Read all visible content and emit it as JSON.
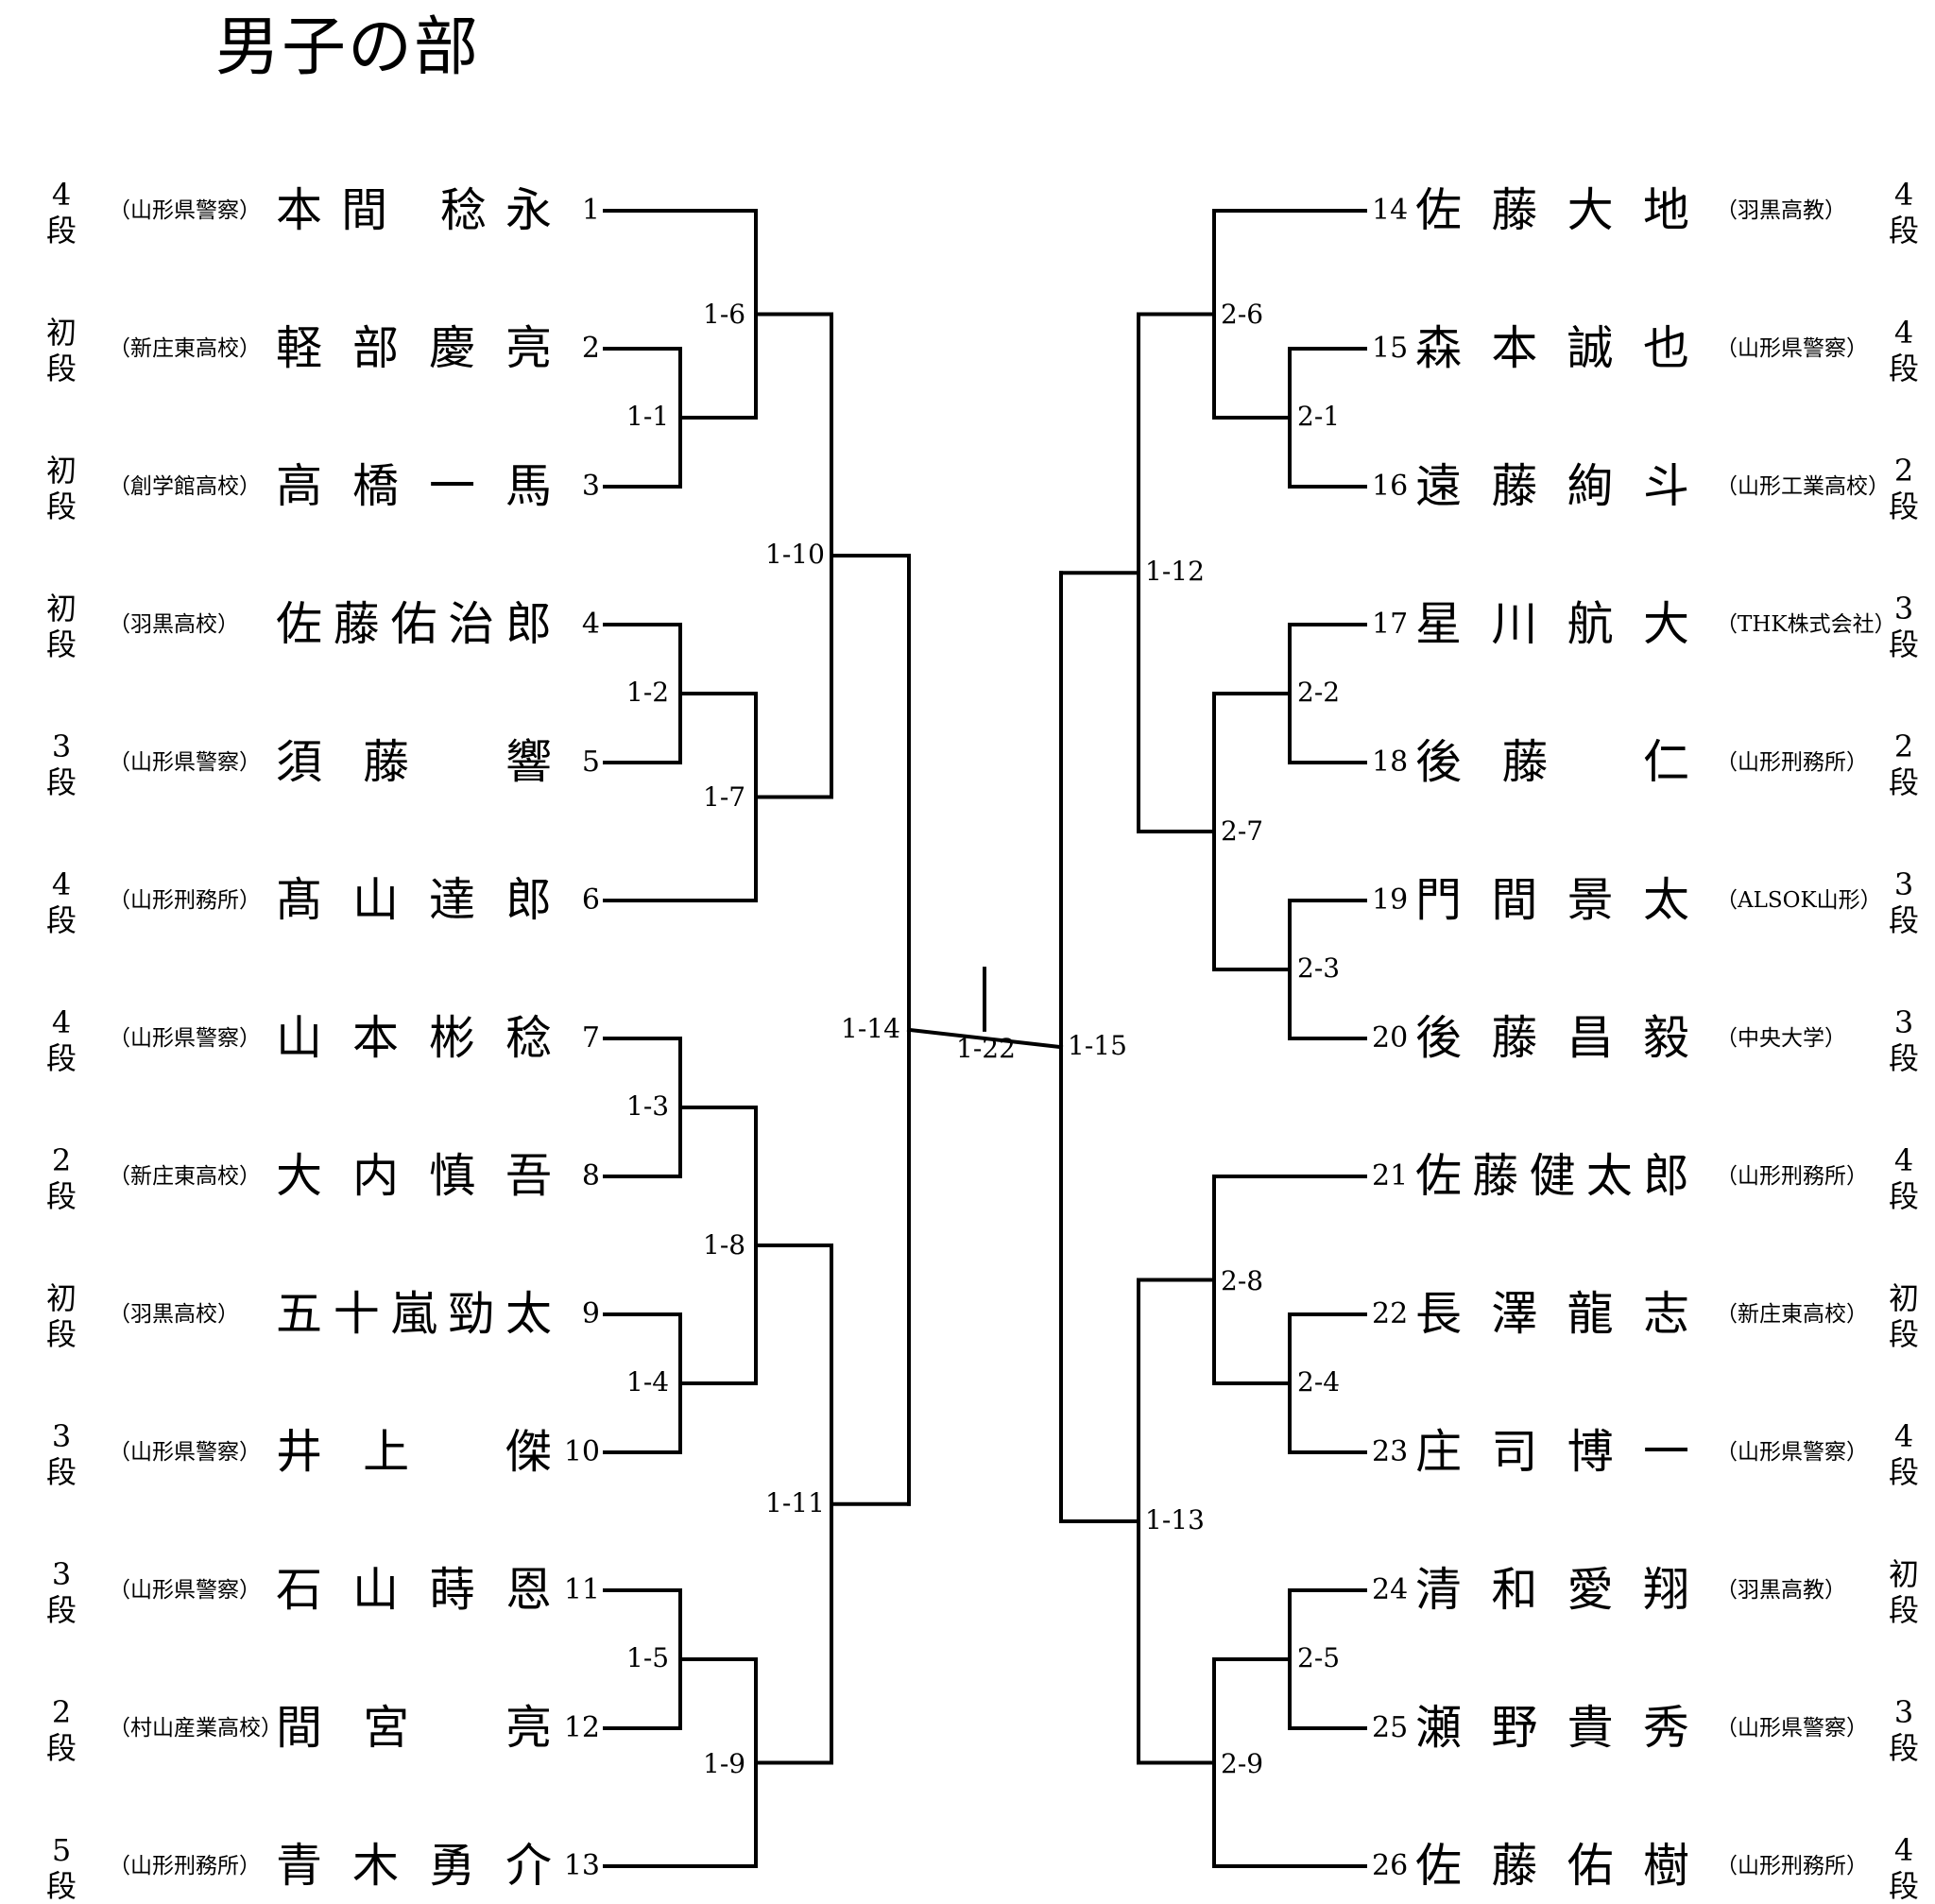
{
  "title": "男子の部",
  "left": [
    {
      "seed": "1",
      "rank": "4段",
      "name": "本間　稔永",
      "aff": "（山形県警察）"
    },
    {
      "seed": "2",
      "rank": "初段",
      "name": "軽部慶亮",
      "aff": "（新庄東高校）"
    },
    {
      "seed": "3",
      "rank": "初段",
      "name": "高橋一馬",
      "aff": "（創学館高校）"
    },
    {
      "seed": "4",
      "rank": "初段",
      "name": "佐藤佑治郎",
      "aff": "（羽黒高校）"
    },
    {
      "seed": "5",
      "rank": "3段",
      "name": "須藤　響",
      "aff": "（山形県警察）"
    },
    {
      "seed": "6",
      "rank": "4段",
      "name": "髙山達郎",
      "aff": "（山形刑務所）"
    },
    {
      "seed": "7",
      "rank": "4段",
      "name": "山本彬稔",
      "aff": "（山形県警察）"
    },
    {
      "seed": "8",
      "rank": "2段",
      "name": "大内慎吾",
      "aff": "（新庄東高校）"
    },
    {
      "seed": "9",
      "rank": "初段",
      "name": "五十嵐勁太",
      "aff": "（羽黒高校）"
    },
    {
      "seed": "10",
      "rank": "3段",
      "name": "井上　傑",
      "aff": "（山形県警察）"
    },
    {
      "seed": "11",
      "rank": "3段",
      "name": "石山蒔恩",
      "aff": "（山形県警察）"
    },
    {
      "seed": "12",
      "rank": "2段",
      "name": "間宮　亮",
      "aff": "（村山産業高校）"
    },
    {
      "seed": "13",
      "rank": "5段",
      "name": "青木勇介",
      "aff": "（山形刑務所）"
    }
  ],
  "right": [
    {
      "seed": "14",
      "rank": "4段",
      "name": "佐藤大地",
      "aff": "（羽黒高教）"
    },
    {
      "seed": "15",
      "rank": "4段",
      "name": "森本誠也",
      "aff": "（山形県警察）"
    },
    {
      "seed": "16",
      "rank": "2段",
      "name": "遠藤絢斗",
      "aff": "（山形工業高校）"
    },
    {
      "seed": "17",
      "rank": "3段",
      "name": "星川航大",
      "aff": "（THK株式会社）"
    },
    {
      "seed": "18",
      "rank": "2段",
      "name": "後藤　仁",
      "aff": "（山形刑務所）"
    },
    {
      "seed": "19",
      "rank": "3段",
      "name": "門間景太",
      "aff": "（ALSOK山形）"
    },
    {
      "seed": "20",
      "rank": "3段",
      "name": "後藤昌毅",
      "aff": "（中央大学）"
    },
    {
      "seed": "21",
      "rank": "4段",
      "name": "佐藤健太郎",
      "aff": "（山形刑務所）"
    },
    {
      "seed": "22",
      "rank": "初段",
      "name": "長澤龍志",
      "aff": "（新庄東高校）"
    },
    {
      "seed": "23",
      "rank": "4段",
      "name": "庄司博一",
      "aff": "（山形県警察）"
    },
    {
      "seed": "24",
      "rank": "初段",
      "name": "清和愛翔",
      "aff": "（羽黒高教）"
    },
    {
      "seed": "25",
      "rank": "3段",
      "name": "瀬野貴秀",
      "aff": "（山形県警察）"
    },
    {
      "seed": "26",
      "rank": "4段",
      "name": "佐藤佑樹",
      "aff": "（山形刑務所）"
    }
  ],
  "matches": [
    "1-1",
    "1-2",
    "1-3",
    "1-4",
    "1-5",
    "1-6",
    "1-7",
    "1-8",
    "1-9",
    "1-10",
    "1-11",
    "1-12",
    "1-13",
    "1-14",
    "1-15",
    "1-22",
    "2-1",
    "2-2",
    "2-3",
    "2-4",
    "2-5",
    "2-6",
    "2-7",
    "2-8",
    "2-9"
  ]
}
